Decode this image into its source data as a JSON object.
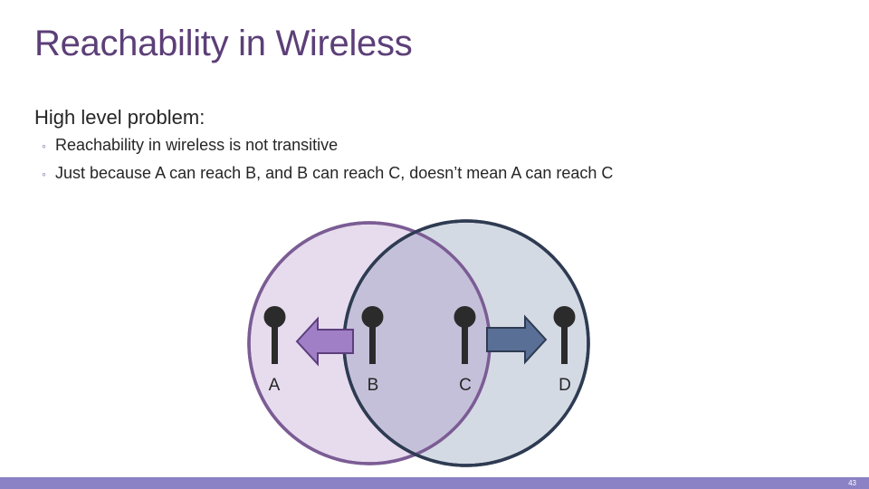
{
  "slide": {
    "title": "Reachability in Wireless",
    "heading": "High level problem:",
    "bullets": [
      "Reachability in wireless is not transitive",
      "Just because A can reach B, and B can reach C, doesn’t mean A can reach C"
    ],
    "bullet_glyph": "◦",
    "slide_number": "43"
  },
  "diagram": {
    "nodes": [
      "A",
      "B",
      "C",
      "D"
    ],
    "left_range_color": "#7b5c94",
    "left_range_fill": "#e6dcee",
    "right_range_color": "#2e3b52",
    "right_range_fill": "#d4dae4",
    "overlap_fill": "#c5c0da",
    "left_arrow_color": "#a07fc6",
    "right_arrow_color": "#5a6f96"
  },
  "colors": {
    "title": "#5c3f78",
    "footer": "#8a82c4"
  }
}
